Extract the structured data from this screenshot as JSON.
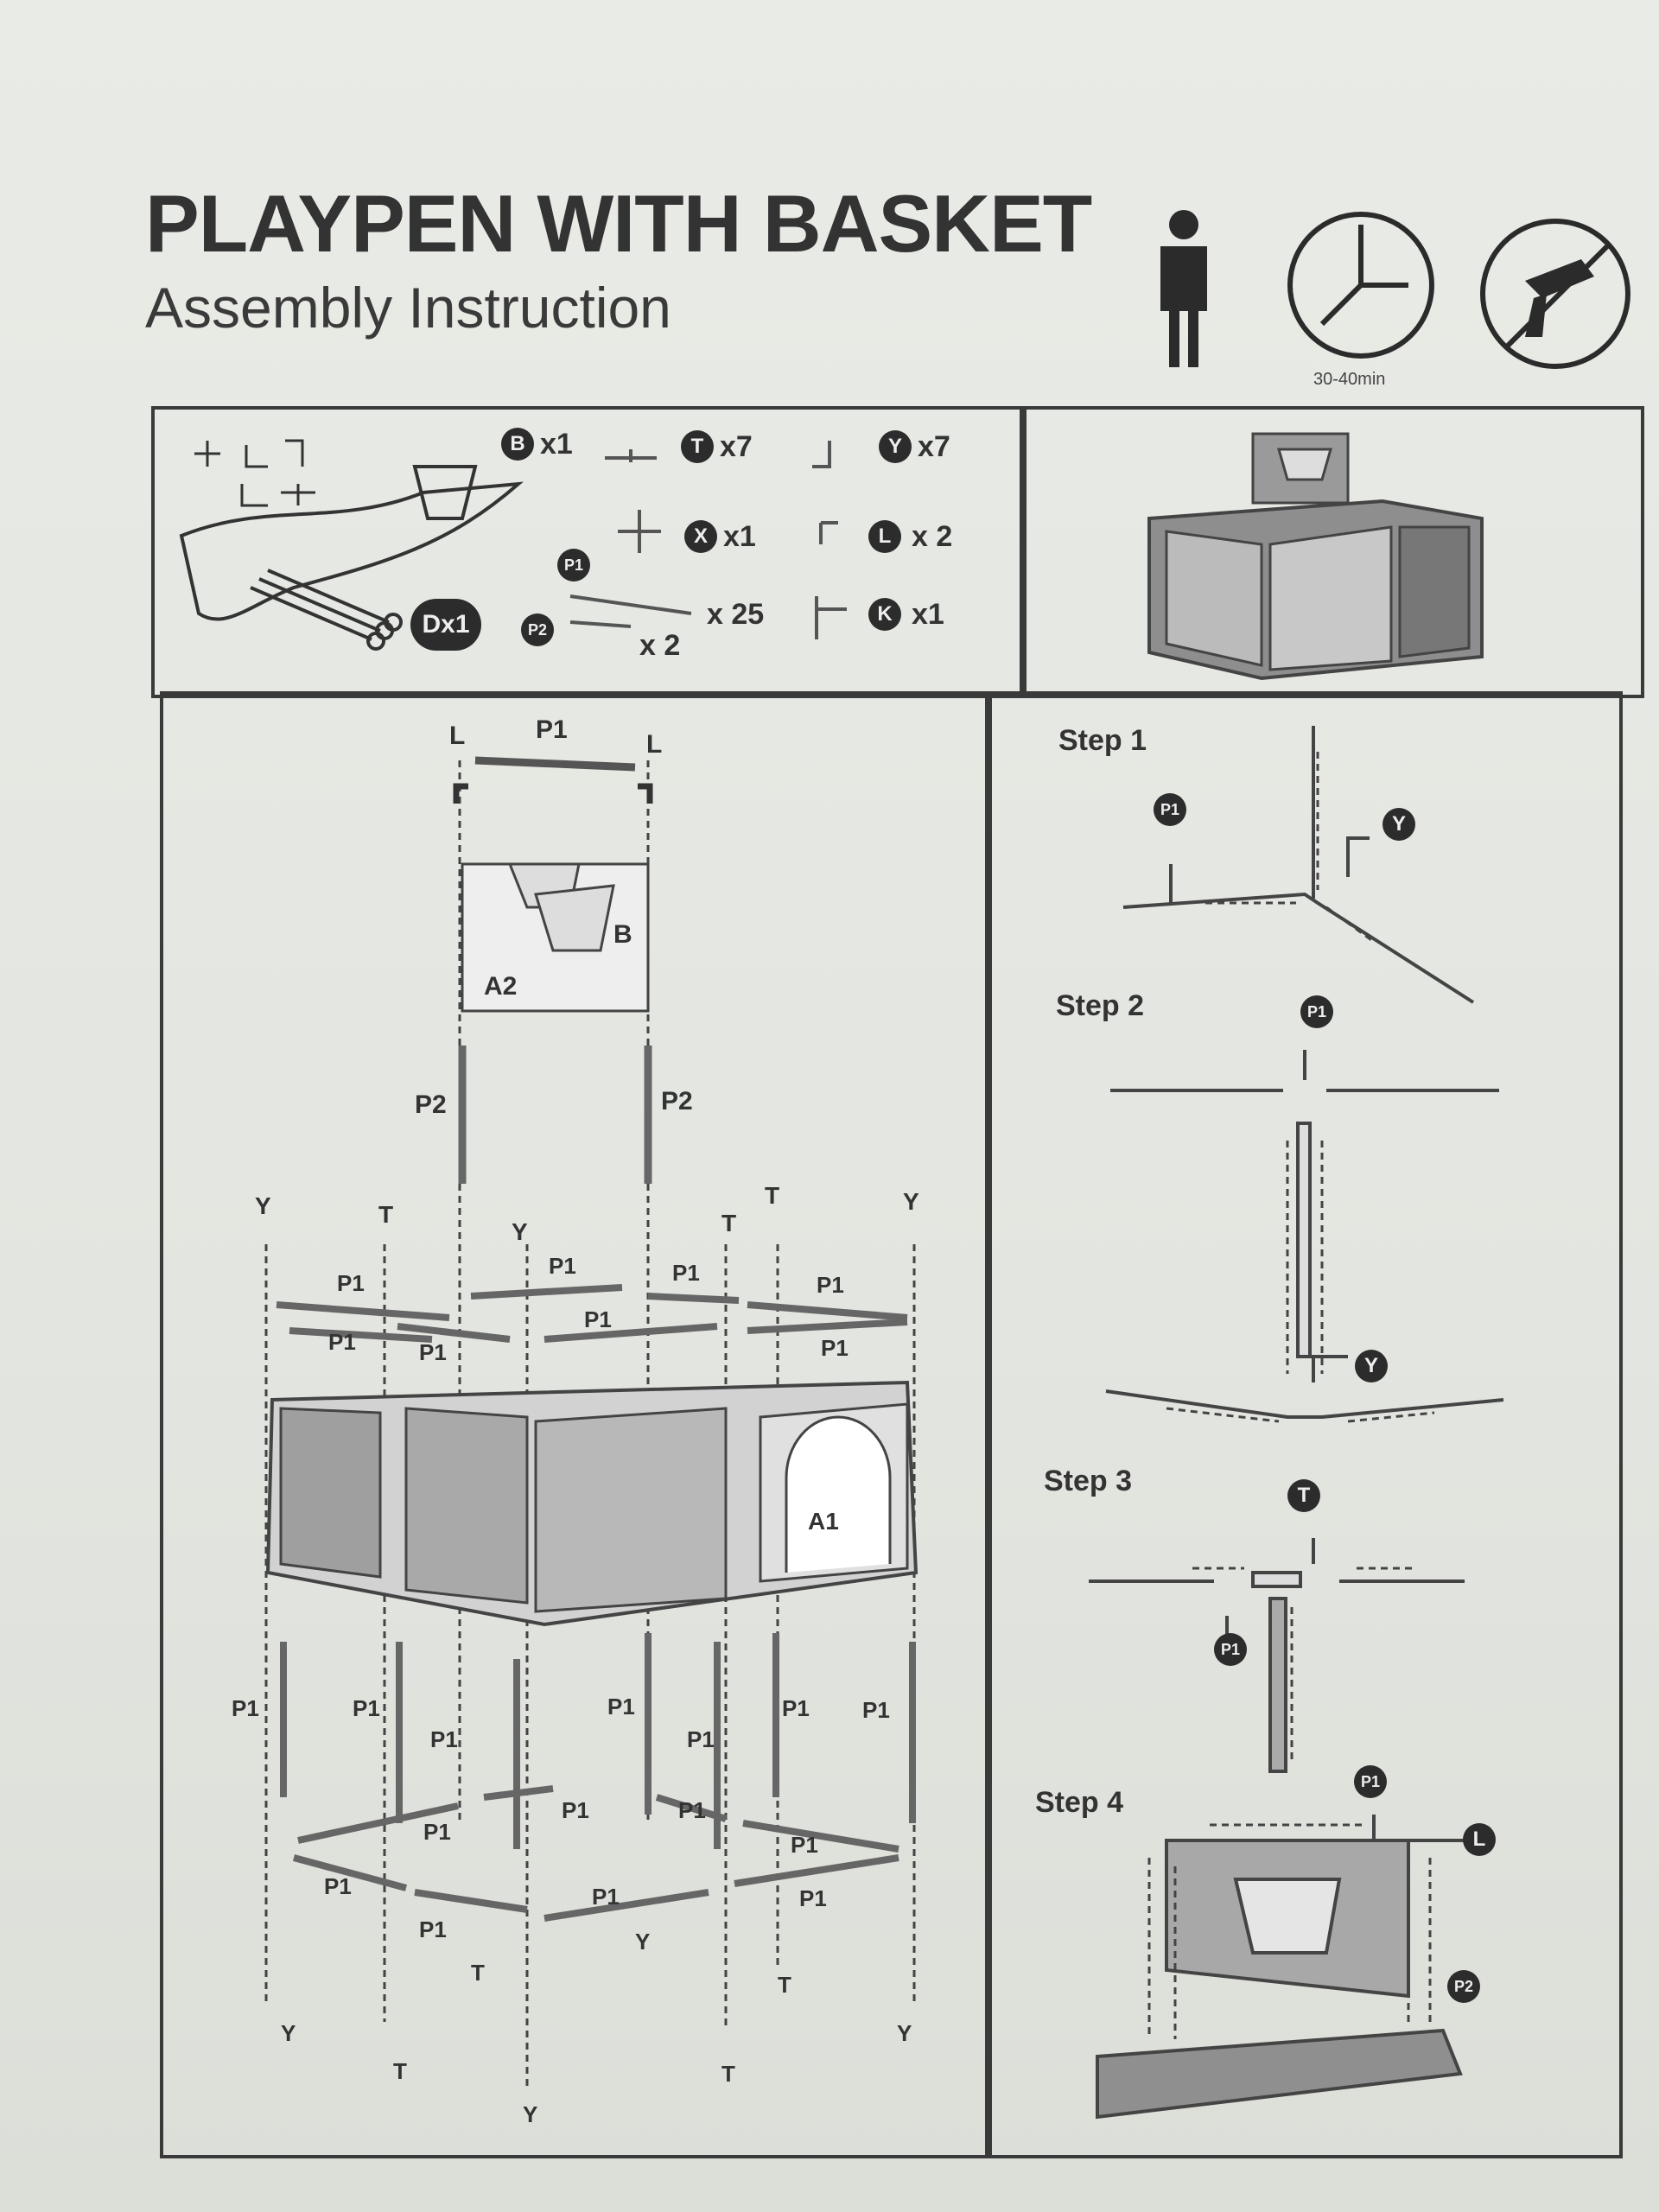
{
  "header": {
    "title": "PLAYPEN WITH BASKET",
    "subtitle": "Assembly Instruction",
    "duration": "30-40min",
    "icons": [
      "person-icon",
      "clock-icon",
      "no-drill-icon"
    ]
  },
  "parts": [
    {
      "code": "B",
      "qty": "x1"
    },
    {
      "code": "T",
      "qty": "x7"
    },
    {
      "code": "Y",
      "qty": "x7"
    },
    {
      "code": "X",
      "qty": "x1"
    },
    {
      "code": "L",
      "qty": "x 2"
    },
    {
      "code": "P1",
      "qty": "x 25"
    },
    {
      "code": "K",
      "qty": "x1"
    },
    {
      "code": "P2",
      "qty": "x 2"
    },
    {
      "code": "Dx1",
      "qty": ""
    }
  ],
  "diagram": {
    "labels": {
      "L": "L",
      "P1": "P1",
      "P2": "P2",
      "A1": "A1",
      "A2": "A2",
      "B": "B",
      "Y": "Y",
      "T": "T"
    }
  },
  "steps": [
    {
      "label": "Step 1",
      "badges": [
        "P1",
        "Y"
      ]
    },
    {
      "label": "Step 2",
      "badges": [
        "P1",
        "Y"
      ]
    },
    {
      "label": "Step 3",
      "badges": [
        "T",
        "P1"
      ]
    },
    {
      "label": "Step 4",
      "badges": [
        "P1",
        "L",
        "P2"
      ]
    }
  ]
}
